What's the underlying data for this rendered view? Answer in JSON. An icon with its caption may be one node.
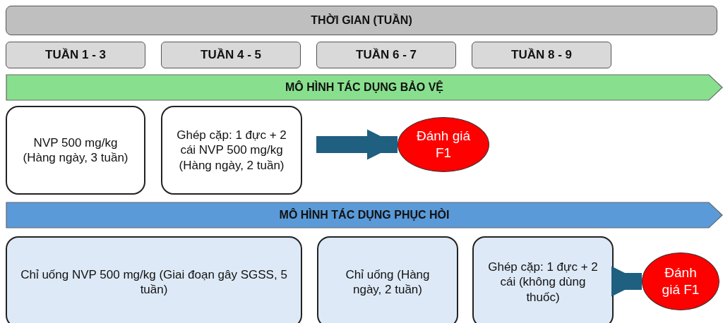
{
  "diagram": {
    "nodes": [
      {
        "text": [
          "THỜI GIAN (TUẦN)"
        ]
      },
      {
        "text": [
          "TUẦN 1 - 3"
        ]
      },
      {
        "text": [
          "TUẦN 4 - 5"
        ]
      },
      {
        "text": [
          "TUẦN 6 - 7"
        ]
      },
      {
        "text": [
          "TUẦN 8 - 9"
        ]
      },
      {
        "text": [
          "MÔ HÌNH TÁC DỤNG BẢO VỆ"
        ]
      },
      {
        "text": [
          "NVP 500 mg/kg (Hàng ngày, 3 tuần)"
        ]
      },
      {
        "text": [
          "Ghép cặp: 1 đực + 2 cái NVP 500 mg/kg (Hàng ngày, 2 tuần)"
        ]
      },
      {
        "text": [
          "Đánh giá F1"
        ]
      },
      {
        "text": [
          "MÔ HÌNH TÁC DỤNG PHỤC HÒI"
        ]
      },
      {
        "text": [
          "Chỉ uống NVP 500 mg/kg (Giai đoạn gây SGSS, 5 tuần)"
        ]
      },
      {
        "text": [
          "Chỉ uống (Hàng ngày, 2 tuần)"
        ]
      },
      {
        "text": [
          "Ghép cặp: 1 đực + 2 cái (không dùng thuốc)"
        ]
      },
      {
        "text": [
          "Đánh giá F1"
        ]
      }
    ],
    "edges": [
      {
        "from": 7,
        "to": 8,
        "arrow": "to"
      },
      {
        "from": 12,
        "to": 13,
        "arrow": "to"
      }
    ]
  }
}
